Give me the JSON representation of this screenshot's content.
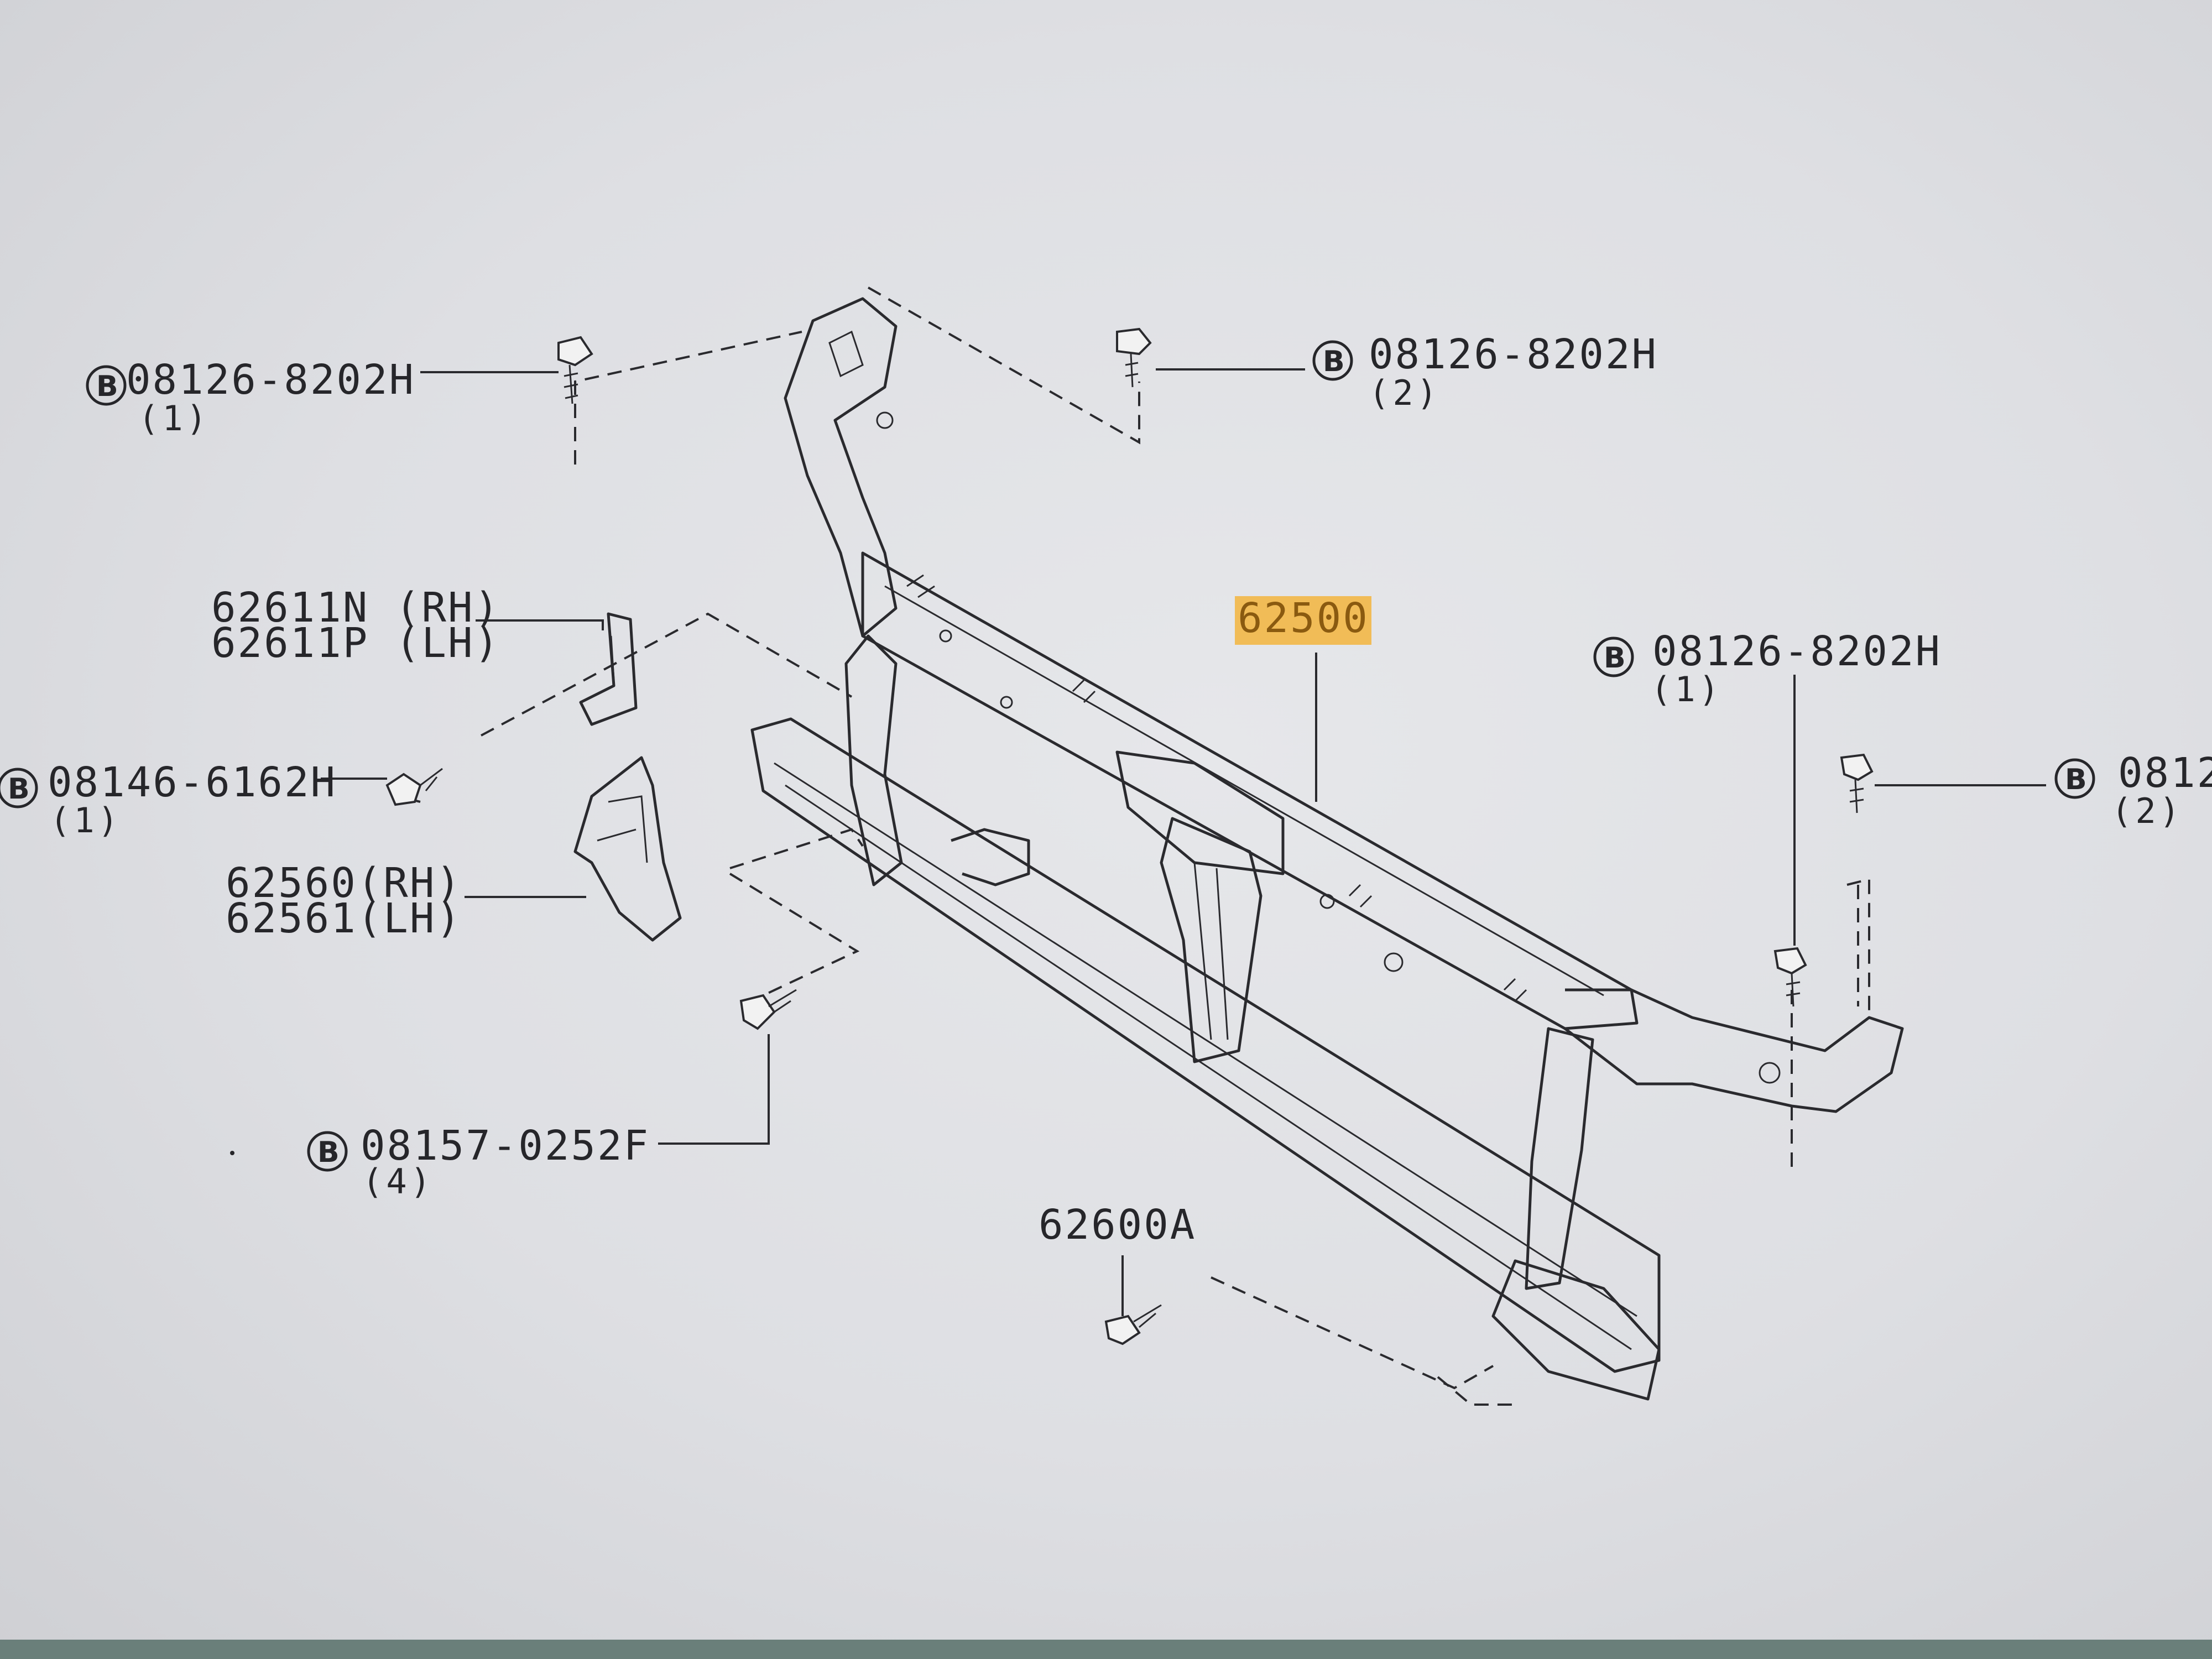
{
  "colors": {
    "background": "#e2e3e6",
    "ink": "#26262a",
    "highlight": "#f2b84a"
  },
  "callouts": {
    "bolt_top_left": {
      "ref": "B",
      "part": "08126-8202H",
      "qty": "(1)"
    },
    "bolt_top_right": {
      "ref": "B",
      "part": "08126-8202H",
      "qty": "(2)"
    },
    "bracket_upper": {
      "line1": "62611N (RH)",
      "line2": "62611P (LH)"
    },
    "bolt_left": {
      "ref": "B",
      "part": "08146-6162H",
      "qty": "(1)"
    },
    "bracket_lower": {
      "line1": "62560(RH)",
      "line2": "62561(LH)"
    },
    "bolt_lower_left": {
      "ref": "B",
      "part": "08157-0252F",
      "qty": "(4)"
    },
    "main_support": {
      "part": "62500"
    },
    "bolt_right_mid": {
      "ref": "B",
      "part": "08126-8202H",
      "qty": "(1)"
    },
    "bolt_right_edge": {
      "ref": "B",
      "part": "0812",
      "qty": "(2)"
    },
    "bolt_bottom": {
      "part": "62600A"
    }
  }
}
